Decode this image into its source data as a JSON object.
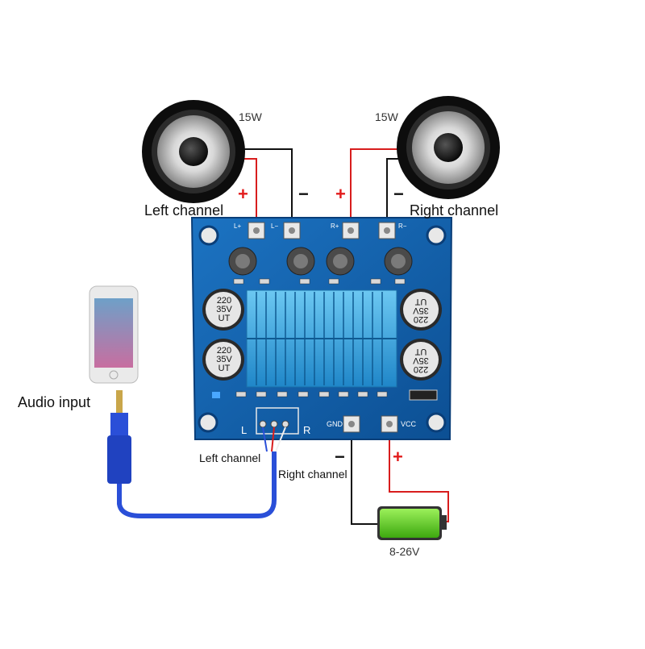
{
  "speakers": {
    "left": {
      "power": "15W",
      "label": "Left channel"
    },
    "right": {
      "power": "15W",
      "label": "Right channel"
    }
  },
  "polarity": {
    "plus": "+",
    "minus": "−"
  },
  "board": {
    "terminals": {
      "lp": "L+",
      "lm": "L−",
      "rp": "R+",
      "rm": "R−",
      "gnd": "GND",
      "vcc": "VCC"
    },
    "caps": {
      "v1": "220",
      "v2": "35V",
      "v3": "UT"
    },
    "audio_jack": {
      "l": "L",
      "r": "R"
    }
  },
  "audio": {
    "label": "Audio input",
    "left": "Left channel",
    "right": "Right channel"
  },
  "battery": {
    "label": "8-26V"
  },
  "colors": {
    "pcb": "#0f5ea8",
    "heatsink": "#38a8e0",
    "wire_red": "#d81d1d",
    "wire_black": "#111111",
    "cable_blue": "#2a4fd8",
    "battery_green": "#5ed21b"
  }
}
